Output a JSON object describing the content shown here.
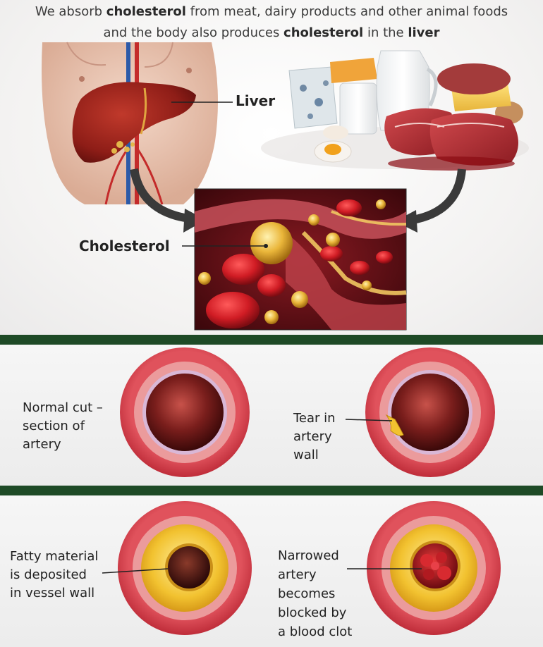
{
  "headline": {
    "line1": {
      "part1": "We absorb ",
      "emphasis1": "cholesterol",
      "part2": " from meat, dairy products and other animal foods"
    },
    "line2": {
      "part1": "and the body also produces ",
      "emphasis1": "cholesterol",
      "part2": " in the ",
      "emphasis2": "liver"
    }
  },
  "labels": {
    "liver": "Liver",
    "cholesterol": "Cholesterol",
    "normal_artery": [
      "Normal cut –",
      "section of",
      "artery"
    ],
    "tear": [
      "Tear in",
      "artery",
      "wall"
    ],
    "fatty": [
      "Fatty material",
      "is deposited",
      "in vessel wall"
    ],
    "narrowed": [
      "Narrowed",
      "artery",
      "becomes",
      "blocked by",
      "a blood clot"
    ]
  },
  "colors": {
    "divider": "#1e4a26",
    "artery_outer": "#c8283a",
    "artery_wall": "#e89a9a",
    "lumen": "#5a1414",
    "fat": "#f2c230",
    "clot": "#a0101c"
  },
  "icons": [
    "liver-illustration",
    "food-illustration",
    "artery-closeup-illustration",
    "arrow-icon"
  ]
}
